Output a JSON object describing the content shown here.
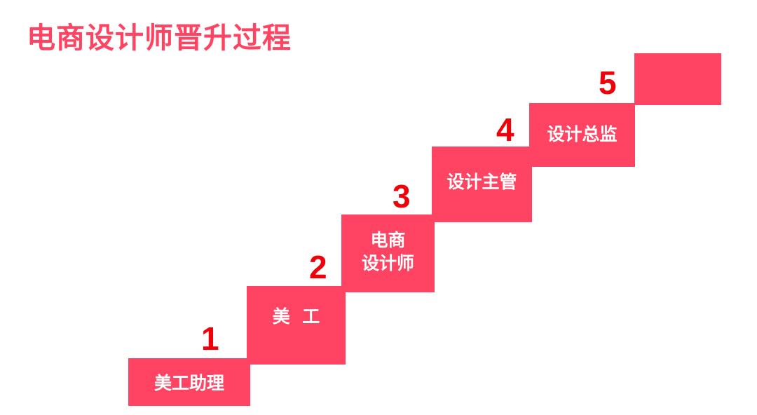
{
  "title": "电商设计师晋升过程",
  "steps": [
    {
      "number": "1",
      "label": "美工助理"
    },
    {
      "number": "2",
      "label": "美  工"
    },
    {
      "number": "3",
      "label": "电商\n设计师"
    },
    {
      "number": "4",
      "label": "设计主管"
    },
    {
      "number": "5",
      "label": "设计总监"
    }
  ],
  "colors": {
    "step": "#fe4462",
    "number": "#f00008",
    "title": "#fe4462"
  }
}
